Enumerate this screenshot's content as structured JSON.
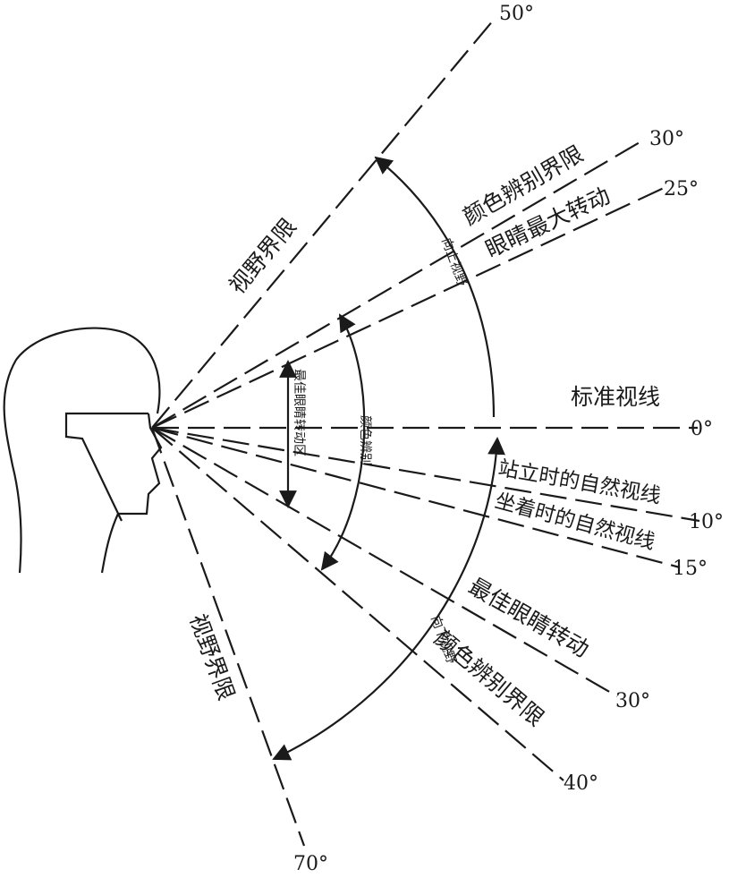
{
  "upper_angles": {
    "a50": "50°",
    "a30": "30°",
    "a25": "25°"
  },
  "lower_angles": {
    "a0": "0°",
    "a10": "10°",
    "a15": "15°",
    "a30": "30°",
    "a40": "40°",
    "a70": "70°"
  },
  "labels": {
    "field_limit": "视野界限",
    "color_limit_upper": "颜色辨别界限",
    "max_eye_rotation": "眼睛最大转动",
    "standard_line": "标准视线",
    "standing": "站立时的自然视线",
    "sitting": "坐着时的自然视线",
    "best_eye_rotation": "最佳眼睛转动",
    "color_limit_lower": "颜色辨别界限",
    "upward_view": "向上视野",
    "downward_view": "向下视野",
    "best_rotation_zone": "最佳眼睛转动区",
    "color_discrimination": "颜色辨别"
  }
}
